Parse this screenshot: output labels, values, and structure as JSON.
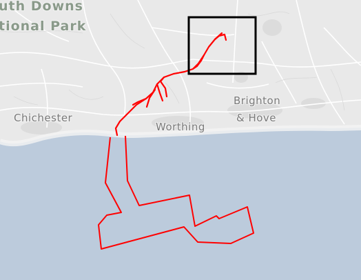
{
  "map": {
    "labels": {
      "park_line1": "uth Downs",
      "park_line2": "tional Park",
      "chichester": "Chichester",
      "worthing": "Worthing",
      "brighton_line1": "Brighton",
      "brighton_line2": "& Hove"
    },
    "colors": {
      "land": "#e9e9e9",
      "sea": "#bccbdc",
      "road": "#ffffff",
      "route": "#ff0000",
      "highlight_box": "#000000"
    }
  }
}
